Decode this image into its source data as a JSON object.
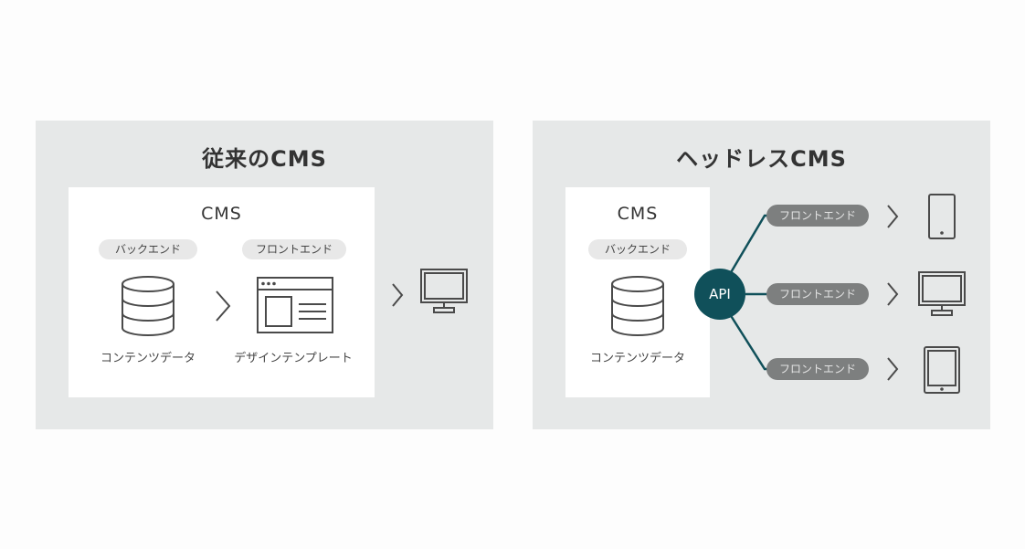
{
  "left": {
    "title": "従来のCMS",
    "cms_label": "CMS",
    "backend_tag": "バックエンド",
    "frontend_tag": "フロントエンド",
    "backend_caption": "コンテンツデータ",
    "frontend_caption": "デザインテンプレート",
    "icons": [
      "database-icon",
      "chevron-right-icon",
      "browser-template-icon",
      "chevron-right-icon",
      "monitor-icon"
    ]
  },
  "right": {
    "title": "ヘッドレスCMS",
    "cms_label": "CMS",
    "backend_tag": "バックエンド",
    "backend_caption": "コンテンツデータ",
    "api_label": "API",
    "frontends": [
      {
        "label": "フロントエンド",
        "device": "smartphone-icon"
      },
      {
        "label": "フロントエンド",
        "device": "monitor-icon"
      },
      {
        "label": "フロントエンド",
        "device": "tablet-icon"
      }
    ]
  },
  "colors": {
    "panel_bg": "#e6e8e8",
    "box_bg": "#ffffff",
    "api_bg": "#10505a",
    "connector": "#10505a",
    "pill_bg": "#7d7f7f",
    "icon_stroke": "#4a4a4a"
  }
}
